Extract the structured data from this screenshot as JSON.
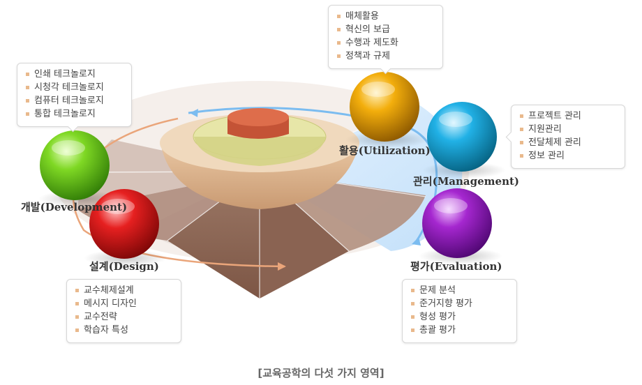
{
  "caption": "[교육공학의 다섯 가지 영역]",
  "colors": {
    "development": "#6cc61a",
    "design": "#d81b1b",
    "utilization": "#f0a400",
    "management": "#19a6dc",
    "evaluation": "#9a1fc2",
    "bullet": "#e9b98c",
    "ring_blue": "#6db3ee",
    "ring_orange": "#eaa57a"
  },
  "domains": {
    "development": {
      "label": "개발(Development)",
      "icon": "green-sphere",
      "items": [
        "인쇄 테크놀로지",
        "시청각 테크놀로지",
        "컴퓨터 테크놀로지",
        "통합 테크놀로지"
      ]
    },
    "design": {
      "label": "설계(Design)",
      "icon": "red-sphere",
      "items": [
        "교수체제설계",
        "메시지 디자인",
        "교수전략",
        "학습자 특성"
      ]
    },
    "utilization": {
      "label": "활용(Utilization)",
      "icon": "orange-sphere",
      "items": [
        "매체활용",
        "혁신의 보급",
        "수행과 제도화",
        "정책과 규제"
      ]
    },
    "management": {
      "label": "관리(Management)",
      "icon": "blue-sphere",
      "items": [
        "프로젝트 관리",
        "지원관리",
        "전달체제 관리",
        "정보 관리"
      ]
    },
    "evaluation": {
      "label": "평가(Evaluation)",
      "icon": "purple-sphere",
      "items": [
        "문제 분석",
        "준거지향 평가",
        "형성 평가",
        "총괄 평가"
      ]
    }
  }
}
